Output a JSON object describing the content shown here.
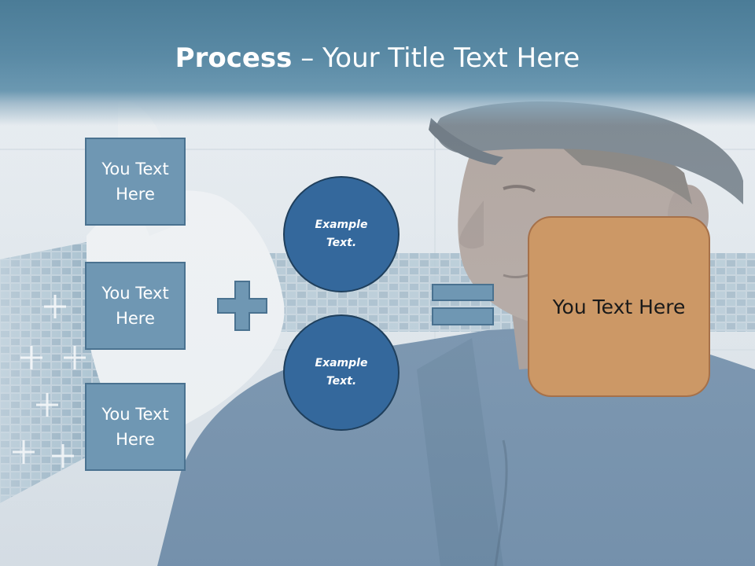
{
  "title": {
    "bold": "Process",
    "separator": " – ",
    "rest": "Your Title Text Here"
  },
  "steps": [
    {
      "label": "You Text Here"
    },
    {
      "label": "You Text Here"
    },
    {
      "label": "You Text Here"
    }
  ],
  "operators": {
    "plus_icon": "plus-icon",
    "equals_icon": "equals-icon"
  },
  "circles": [
    {
      "label": "Example Text."
    },
    {
      "label": "Example Text."
    }
  ],
  "result": {
    "label": "You Text Here"
  },
  "colors": {
    "title_band": "#5a8aa5",
    "step_fill": "#6f97b3",
    "circle_fill": "#34689c",
    "result_fill": "#cc9866",
    "operator_fill": "#6f97b3"
  }
}
